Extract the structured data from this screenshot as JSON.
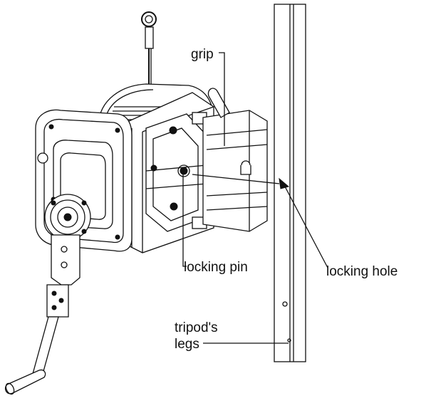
{
  "labels": {
    "grip": "grip",
    "locking_pin": "locking pin",
    "locking_hole": "locking hole",
    "tripod_legs_line1": "tripod's",
    "tripod_legs_line2": "legs"
  },
  "colors": {
    "line": "#111111",
    "background": "#ffffff"
  }
}
